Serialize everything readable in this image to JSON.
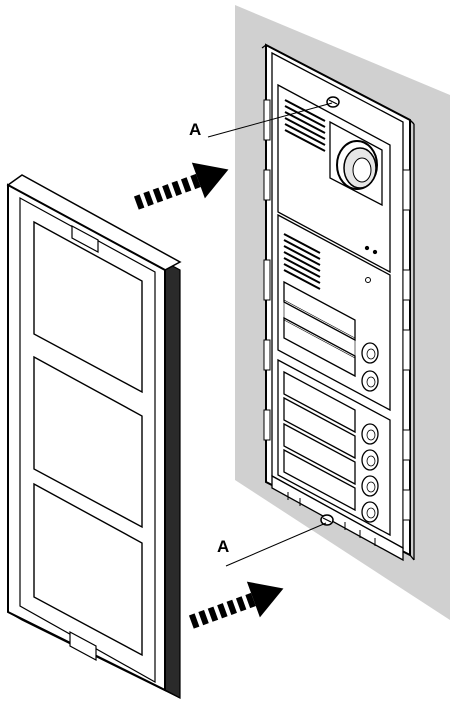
{
  "callouts": [
    {
      "id": "upper",
      "label": "A"
    },
    {
      "id": "lower",
      "label": "A"
    }
  ],
  "colors": {
    "wall": "#d0d0d0",
    "line": "#000000",
    "panel_fill": "#ffffff",
    "frame_dark": "#2a2a2a"
  },
  "icons": {
    "arrow_upper": "striped-arrow-icon",
    "arrow_lower": "striped-arrow-icon",
    "camera": "camera-lens-icon"
  }
}
